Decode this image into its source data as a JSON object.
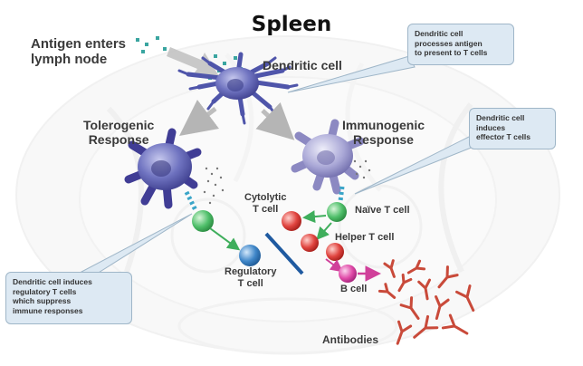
{
  "title": "Spleen",
  "labels": {
    "antigen_enters": "Antigen enters\nlymph node",
    "dendritic_cell": "Dendritic cell",
    "tolerogenic": "Tolerogenic\nResponse",
    "immunogenic": "Immunogenic\nResponse",
    "cytolytic": "Cytolytic\nT cell",
    "naive": "Naïve T cell",
    "helper": "Helper T cell",
    "regulatory": "Regulatory\nT cell",
    "b_cell": "B cell",
    "antibodies": "Antibodies"
  },
  "callouts": {
    "processes": "Dendritic cell\nprocesses antigen\nto present to T cells",
    "induces_effector": "Dendritic cell\ninduces\neffector T cells",
    "induces_regulatory": "Dendritic cell induces\nregulatory  T cells\nwhich suppress\nimmune responses"
  },
  "colors": {
    "dendritic": "#5a5fb0",
    "tolerogenic_cell": "#4e4aa0",
    "immunogenic_cell": "#8a86c4",
    "green_cell": "#4fbf6a",
    "red_cell": "#e0443f",
    "blue_cell": "#3f86c8",
    "pink_cell": "#e04aa8",
    "antibody": "#c94a3a",
    "callout_fill": "#dde9f3",
    "arrow_gray": "#b9b9b9"
  }
}
